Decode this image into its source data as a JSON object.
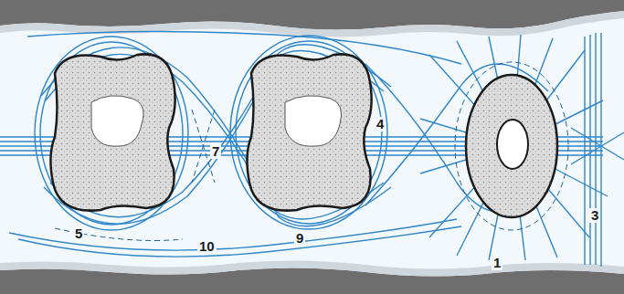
{
  "diagram": {
    "labels": [
      "4",
      "7",
      "3",
      "5",
      "9",
      "10",
      "1"
    ]
  }
}
